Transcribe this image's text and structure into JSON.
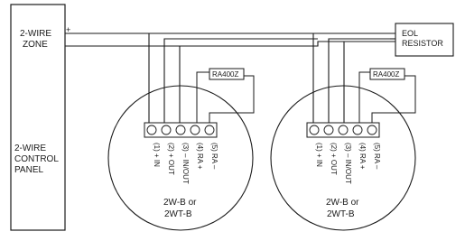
{
  "panel": {
    "zone_label_1": "2-WIRE",
    "zone_label_2": "ZONE",
    "plus": "+",
    "minus": "–",
    "panel_label_1": "2-WIRE",
    "panel_label_2": "CONTROL",
    "panel_label_3": "PANEL"
  },
  "eol": {
    "line1": "EOL",
    "line2": "RESISTOR"
  },
  "detectors": [
    {
      "accessory": "RA400Z",
      "terminals": [
        "(1) + IN",
        "(2) + OUT",
        "(3) – IN/OUT",
        "(4) RA +",
        "(5) RA –"
      ],
      "model_line1": "2W-B or",
      "model_line2": "2WT-B"
    },
    {
      "accessory": "RA400Z",
      "terminals": [
        "(1) + IN",
        "(2) + OUT",
        "(3) – IN/OUT",
        "(4) RA +",
        "(5) RA –"
      ],
      "model_line1": "2W-B or",
      "model_line2": "2WT-B"
    }
  ]
}
